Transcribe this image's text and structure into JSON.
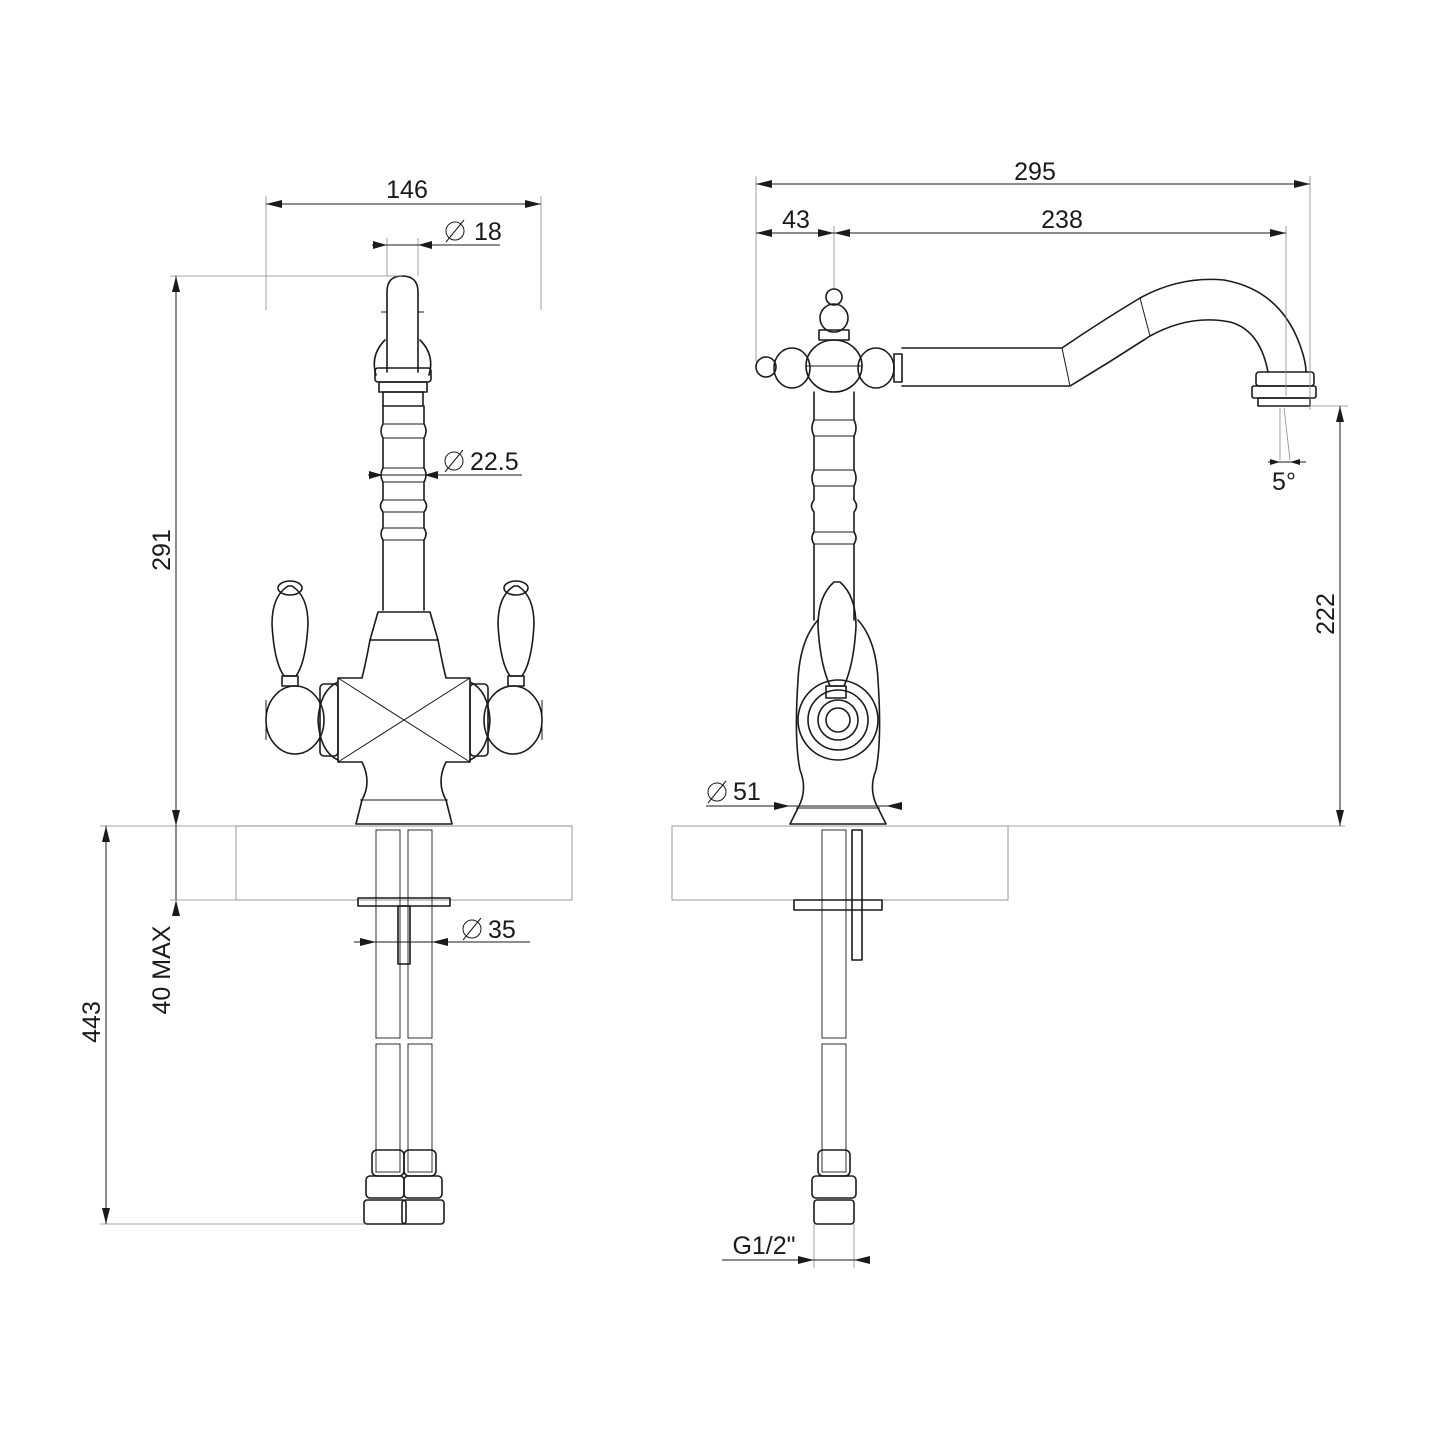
{
  "front_view": {
    "overall_width": "146",
    "spout_diameter": "18",
    "neck_diameter": "22.5",
    "overall_height": "291",
    "hole_diameter": "35",
    "max_counter_thickness": "40 MAX",
    "hose_length": "443"
  },
  "side_view": {
    "overall_reach": "295",
    "handle_offset": "43",
    "spout_reach": "238",
    "spout_angle": "5°",
    "spout_height": "222",
    "base_diameter": "51",
    "connection_thread": "G1/2\""
  }
}
